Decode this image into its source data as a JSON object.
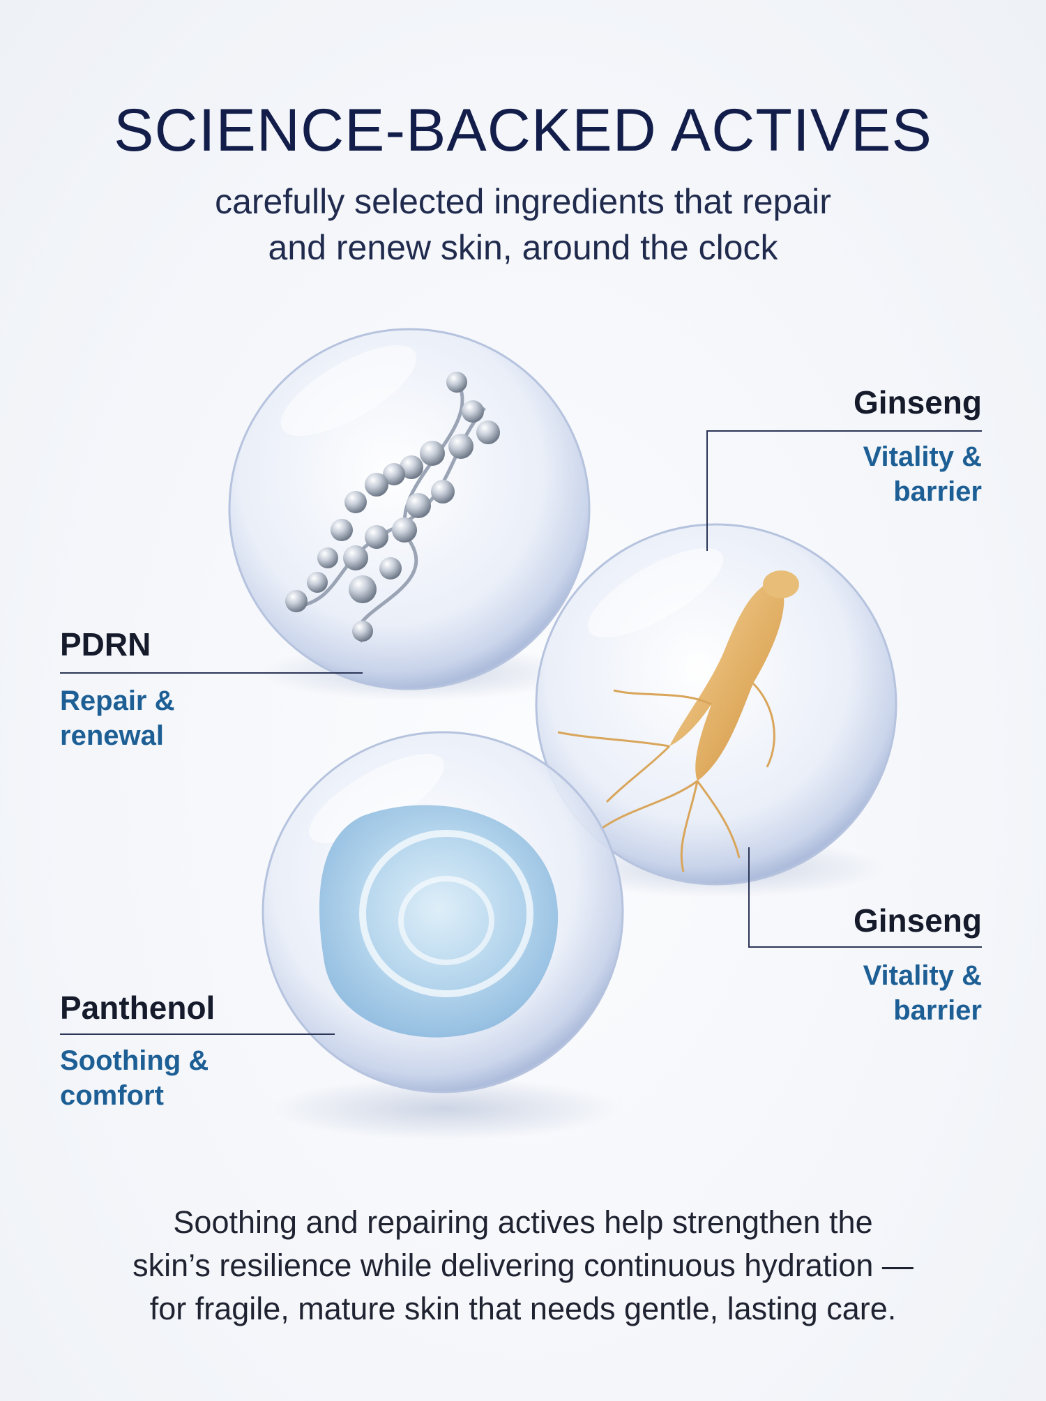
{
  "title": "SCIENCE-BACKED ACTIVES",
  "subtitle_lines": [
    "carefully selected ingredients that repair",
    "and renew skin, around the clock"
  ],
  "ingredients": [
    {
      "name": "PDRN",
      "desc_lines": [
        "Repair &",
        "renewal"
      ],
      "icon": "dna-icon"
    },
    {
      "name": "Ginseng",
      "desc_lines": [
        "Vitality &",
        "barrier"
      ],
      "icon": "ginseng-root-icon"
    },
    {
      "name": "Ginseng",
      "desc_lines": [
        "Vitality &",
        "barrier"
      ],
      "icon": "ginseng-root-icon"
    },
    {
      "name": "Panthenol",
      "desc_lines": [
        "Soothing &",
        "comfort"
      ],
      "icon": "gel-swirl-icon"
    }
  ],
  "footer_lines": [
    "Soothing and repairing actives help strengthen the",
    "skin’s resilience while delivering continuous hydration —",
    "for fragile, mature skin that needs gentle, lasting care."
  ],
  "colors": {
    "title": "#121d4a",
    "accent": "#1d5f95",
    "name": "#161b2c"
  }
}
